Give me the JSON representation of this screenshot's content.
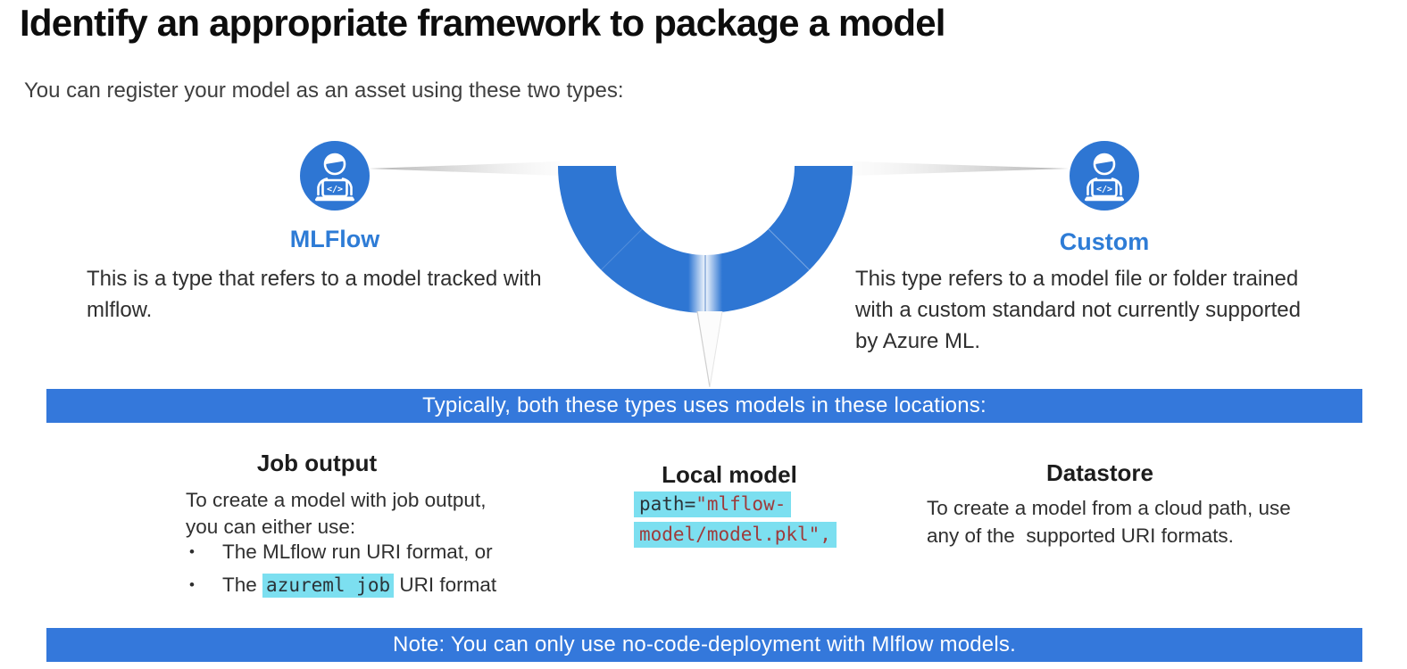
{
  "slide": {
    "title": "Identify an appropriate framework to package a model",
    "subtitle": "You can register your model as an asset using these two types:"
  },
  "types": {
    "icon_glyph": "</>",
    "left": {
      "label": "MLFlow",
      "description_lines": [
        "This is a type that refers to a model tracked with",
        "mlflow."
      ]
    },
    "right": {
      "label": "Custom",
      "description_lines": [
        "This type refers to a model file or folder trained",
        "with a custom standard not currently supported",
        "by Azure ML."
      ]
    }
  },
  "locations_banner": "Typically, both these types uses models in these locations:",
  "locations": {
    "job_output": {
      "heading": "Job output",
      "intro_lines": [
        "To create a model with job output,",
        "you can either use:"
      ],
      "bullet_glyph": "•",
      "bullet1": "The MLflow run URI format, or",
      "bullet2_pre": "The ",
      "bullet2_code": "azureml job",
      "bullet2_post": " URI format"
    },
    "local_model": {
      "heading": "Local model",
      "code": {
        "line1_plain": "path=",
        "line1_string": "\"mlflow-",
        "line2_string": "model/model.pkl\"",
        "line2_trailing": ","
      }
    },
    "datastore": {
      "heading": "Datastore",
      "text_lines": [
        "To create a model from a cloud path, use",
        "any of the  supported URI formats."
      ]
    }
  },
  "note_banner": "Note: You can only use no-code-deployment with Mlflow models.",
  "colors": {
    "accent_blue": "#2E76D3",
    "banner_blue": "#3478DB",
    "label_blue": "#2E7CD6",
    "highlight_cyan": "#7CDFF0",
    "code_string_red": "#9E3B3B",
    "code_text": "#2B3338",
    "body_text": "#2F2F2F",
    "title_text": "#0D0D0D"
  }
}
